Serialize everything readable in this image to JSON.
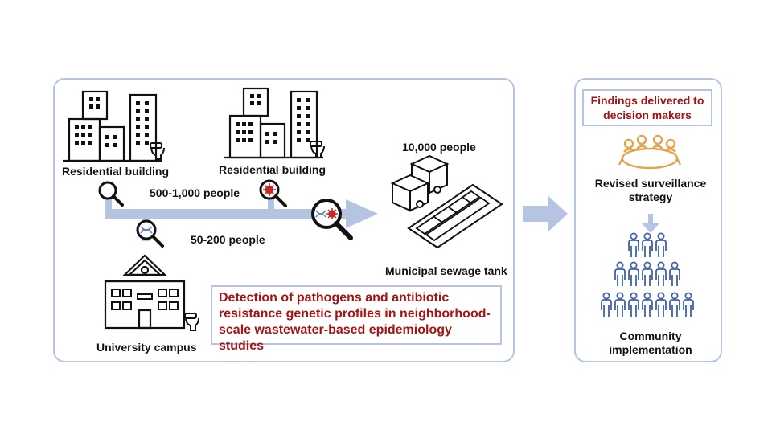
{
  "left_panel": {
    "residential_building_1": "Residential building",
    "residential_building_2": "Residential building",
    "university_campus": "University campus",
    "municipal_sewage_tank": "Municipal sewage tank",
    "pop_building": "500-1,000 people",
    "pop_campus": "50-200 people",
    "pop_tank": "10,000 people",
    "detection_text_lines": [
      "Detection of pathogens and antibiotic",
      "resistance genetic profiles in neighborhood-",
      "scale wastewater-based epidemiology studies"
    ]
  },
  "right_panel": {
    "findings_lines": [
      "Findings delivered to",
      "decision makers"
    ],
    "revised_lines": [
      "Revised surveillance",
      "strategy"
    ],
    "community_lines": [
      "Community",
      "implementation"
    ]
  },
  "colors": {
    "panel_border": "#b4c4e2",
    "pipe": "#b4c4e2",
    "accent_red": "#a31515",
    "meeting_orange": "#e3a44e",
    "people_blue": "#3f62a8"
  },
  "icons": [
    "building-icon",
    "toilet-icon",
    "magnifier-icon",
    "virus-icon",
    "dna-icon",
    "school-icon",
    "tank-icon",
    "meeting-icon",
    "person-icon"
  ]
}
